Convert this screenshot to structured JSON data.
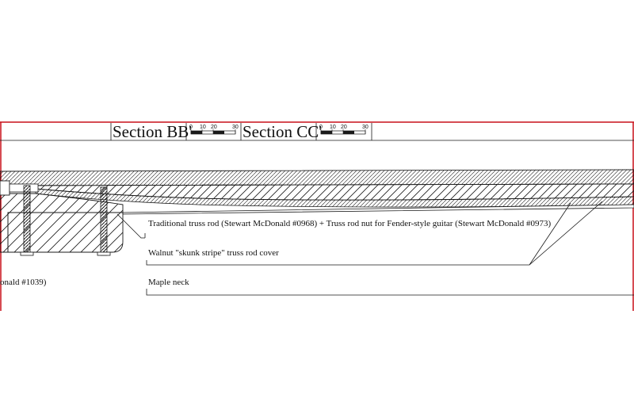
{
  "sections": [
    {
      "title": "Section BB'",
      "scale_ticks": [
        "0",
        "10",
        "20",
        "30"
      ]
    },
    {
      "title": "Section CC'",
      "scale_ticks": [
        "0",
        "10",
        "20",
        "30"
      ]
    }
  ],
  "callouts": [
    {
      "text": "Traditional truss rod (Stewart McDonald #0968) + Truss rod nut for Fender-style guitar (Stewart McDonald #0973)"
    },
    {
      "text": "Walnut \"skunk stripe\" truss rod cover"
    },
    {
      "text": "onald #1039)"
    },
    {
      "text": "Maple neck"
    }
  ],
  "colors": {
    "frame": "#c8101a",
    "ink": "#1a1a1a"
  }
}
